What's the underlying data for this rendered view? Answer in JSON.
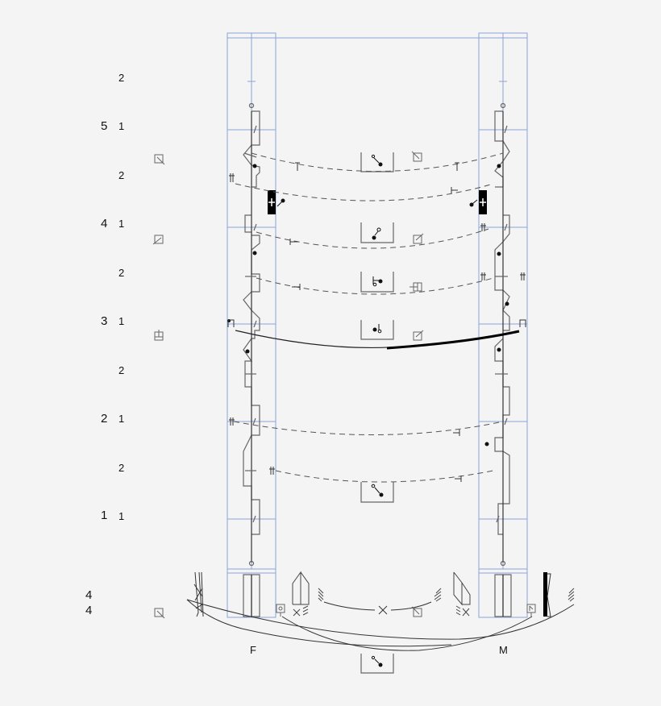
{
  "diagram": {
    "colors": {
      "background": "#f4f4f4",
      "grid_line": "#7f9bd6",
      "ink": "#111111",
      "wall": "#666666"
    },
    "floor_labels": [
      {
        "level": "5",
        "sub_upper": "2",
        "sub_lower": "1"
      },
      {
        "level": "4",
        "sub_upper": "2",
        "sub_lower": "1"
      },
      {
        "level": "3",
        "sub_upper": "2",
        "sub_lower": "1"
      },
      {
        "level": "2",
        "sub_upper": "2",
        "sub_lower": "1"
      },
      {
        "level": "1",
        "sub_upper": "2",
        "sub_lower": "1"
      }
    ],
    "ground_labels": [
      "4",
      "4"
    ],
    "column_labels": {
      "left": "F",
      "right": "M"
    }
  }
}
